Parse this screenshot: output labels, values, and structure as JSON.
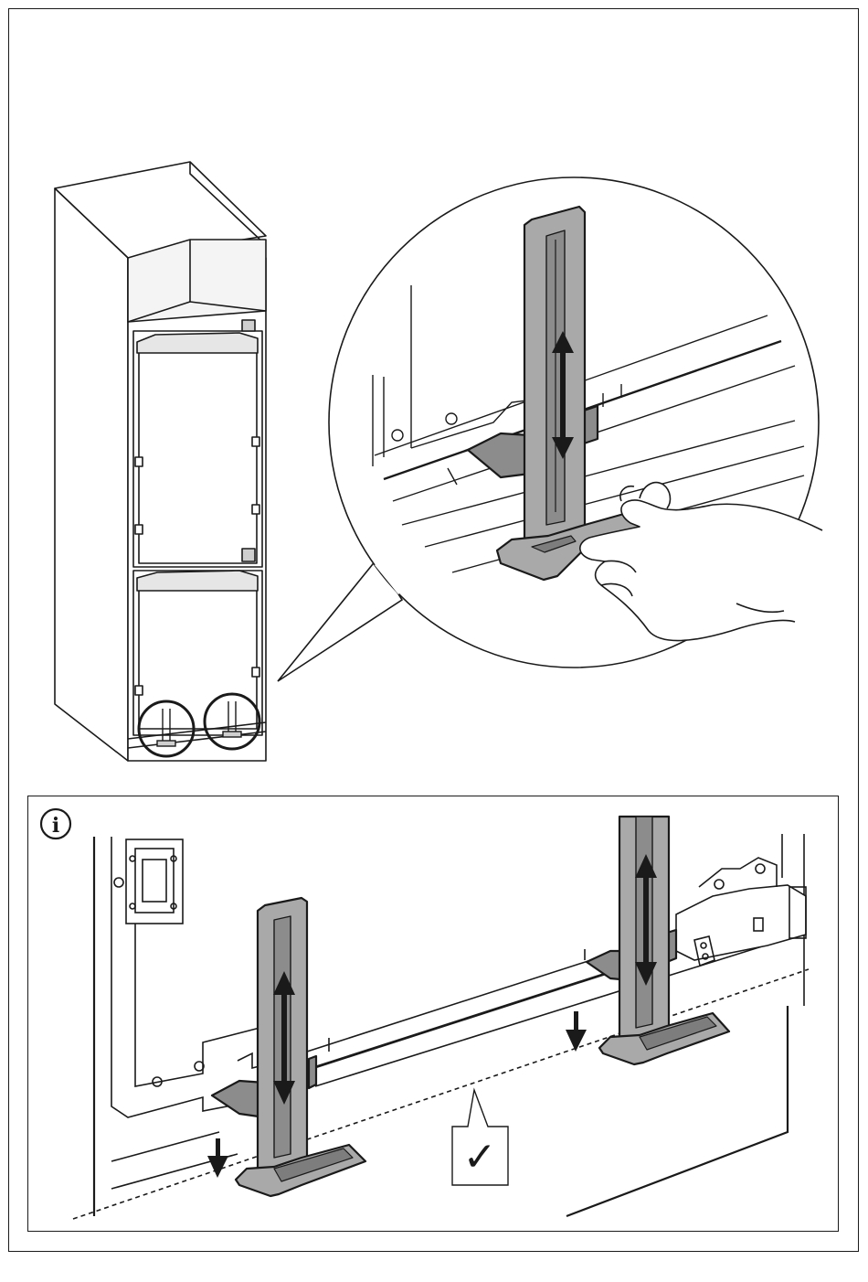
{
  "figure": {
    "top_illustration": "cabinet-with-height-adjustable-feet",
    "detail": "adjusting-foot-by-hand",
    "bottom_panel": "feet-aligned-with-cabinet-base"
  },
  "info_box": {
    "icon": "info-icon",
    "glyph": "i"
  },
  "check_mark": {
    "icon": "check-icon",
    "glyph": "✓"
  },
  "colors": {
    "line": "#1a1a1a",
    "part_fill": "#a9a9a9",
    "part_dark": "#7d7d7d",
    "panel": "#ffffff"
  }
}
